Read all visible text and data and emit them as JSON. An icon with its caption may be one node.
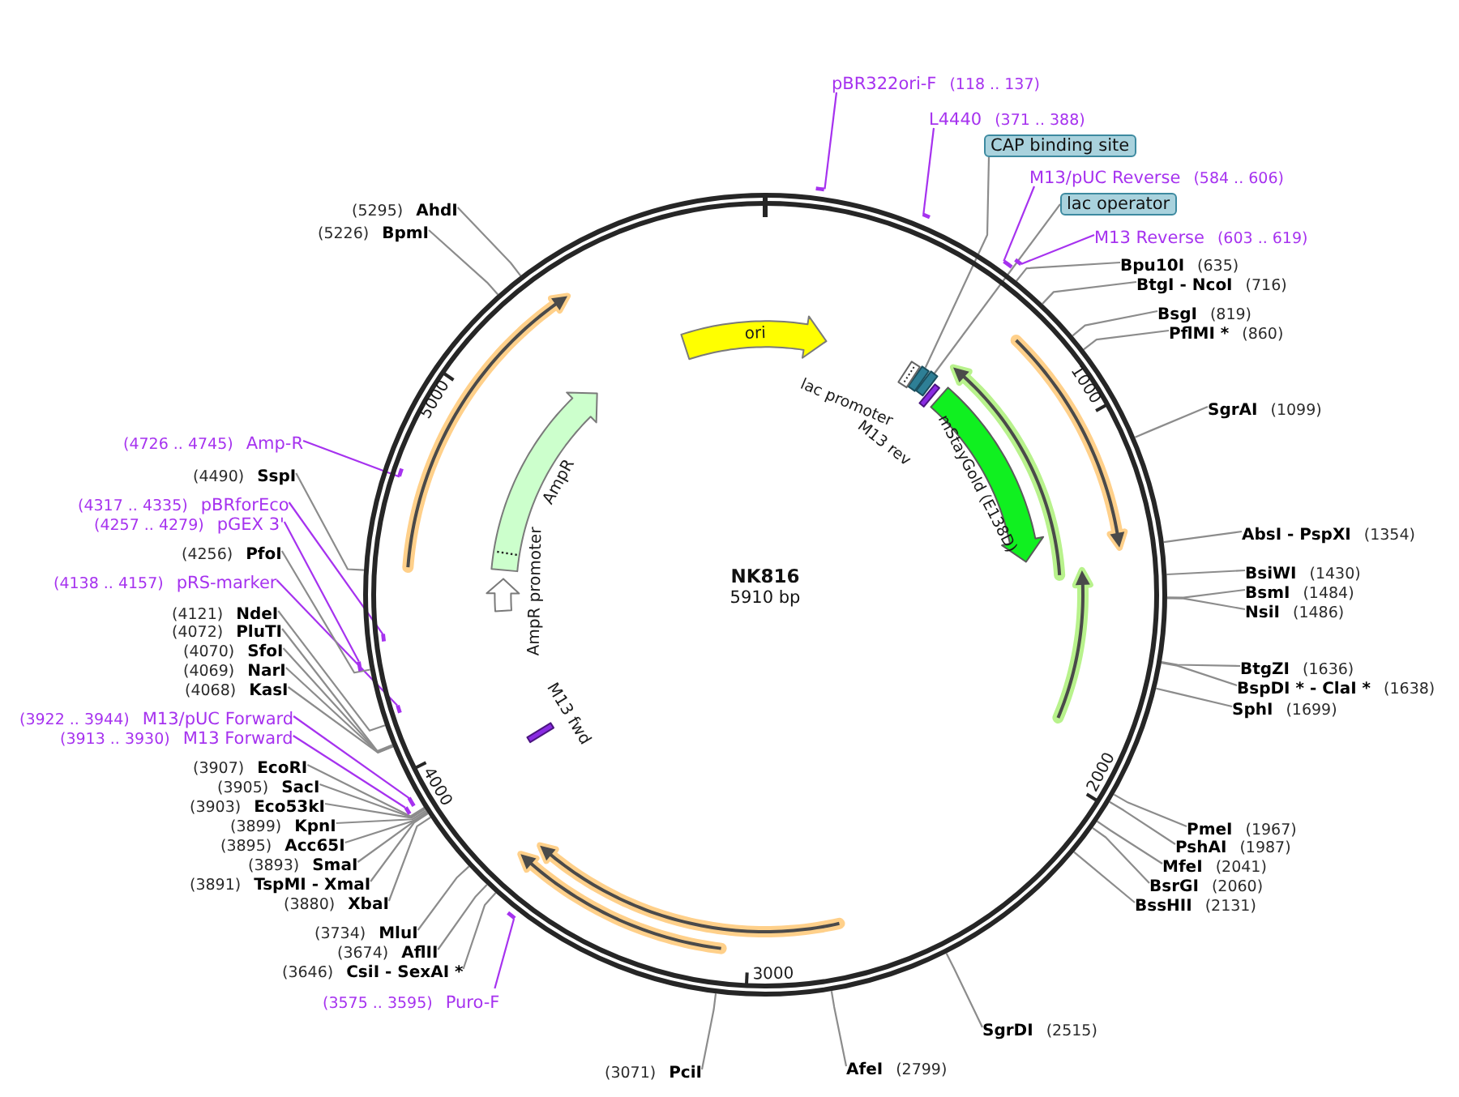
{
  "diagram": {
    "nodes": [
      {
        "text": [
          "NK816",
          "5910 bp"
        ]
      },
      {
        "text": [
          "ori"
        ],
        "in": 0
      },
      {
        "text": [],
        "shape": "bar",
        "in": 0
      },
      {
        "text": [],
        "shape": "bar",
        "beside": [
          "lac promoter"
        ],
        "in": 0
      },
      {
        "text": [],
        "shape": "bar",
        "in": 0
      },
      {
        "text": [],
        "shape": "bar",
        "beside": [
          "M13 rev"
        ],
        "in": 0
      },
      {
        "text": [
          "mStayGold (E138D)"
        ],
        "in": 0
      },
      {
        "text": [],
        "shape": "bar",
        "beside": [
          "M13 fwd"
        ],
        "in": 0
      },
      {
        "text": [],
        "shape": "arrow",
        "beside": [
          "AmpR promoter"
        ],
        "in": 0
      },
      {
        "text": [
          "AmpR"
        ],
        "in": 0
      },
      {
        "text": [
          "pBR322ori-F",
          "(118 .. 137)"
        ]
      },
      {
        "text": [],
        "shape": "bar"
      },
      {
        "text": [
          "L4440",
          "(371 .. 388)"
        ]
      },
      {
        "text": [],
        "shape": "bar"
      },
      {
        "text": [
          "CAP binding site"
        ]
      },
      {
        "text": [
          "M13/pUC Reverse",
          "(584 .. 606)"
        ]
      },
      {
        "text": [],
        "shape": "bar"
      },
      {
        "text": [
          "lac operator"
        ]
      },
      {
        "text": [
          "M13 Reverse",
          "(603 .. 619)"
        ]
      },
      {
        "text": [],
        "shape": "bar"
      },
      {
        "text": [
          "Bpu10I",
          "(635)"
        ]
      },
      {
        "text": [
          "BtgI - NcoI",
          "(716)"
        ]
      },
      {
        "text": [
          "BsgI",
          "(819)"
        ]
      },
      {
        "text": [
          "PflMI *",
          "(860)"
        ]
      },
      {
        "text": [
          "SgrAI",
          "(1099)"
        ]
      },
      {
        "text": [
          "AbsI - PspXI",
          "(1354)"
        ]
      },
      {
        "text": [
          "BsiWI",
          "(1430)"
        ]
      },
      {
        "text": [
          "BsmI",
          "(1484)"
        ]
      },
      {
        "text": [
          "NsiI",
          "(1486)"
        ]
      },
      {
        "text": [
          "BtgZI",
          "(1636)"
        ]
      },
      {
        "text": [
          "BspDI * - ClaI *",
          "(1638)"
        ]
      },
      {
        "text": [
          "SphI",
          "(1699)"
        ]
      },
      {
        "text": [
          "PmeI",
          "(1967)"
        ]
      },
      {
        "text": [
          "PshAI",
          "(1987)"
        ]
      },
      {
        "text": [
          "MfeI",
          "(2041)"
        ]
      },
      {
        "text": [
          "BsrGI",
          "(2060)"
        ]
      },
      {
        "text": [
          "BssHII",
          "(2131)"
        ]
      },
      {
        "text": [
          "SgrDI",
          "(2515)"
        ]
      },
      {
        "text": [
          "AfeI",
          "(2799)"
        ]
      },
      {
        "text": [
          "(3071)",
          "PciI"
        ]
      },
      {
        "text": [
          "(3575 .. 3595)",
          "Puro-F"
        ]
      },
      {
        "text": [],
        "shape": "bar"
      },
      {
        "text": [
          "(3646)",
          "CsiI - SexAI *"
        ]
      },
      {
        "text": [
          "(3674)",
          "AflII"
        ]
      },
      {
        "text": [
          "(3734)",
          "MluI"
        ]
      },
      {
        "text": [
          "(3880)",
          "XbaI"
        ]
      },
      {
        "text": [
          "(3891)",
          "TspMI - XmaI"
        ]
      },
      {
        "text": [
          "(3893)",
          "SmaI"
        ]
      },
      {
        "text": [
          "(3895)",
          "Acc65I"
        ]
      },
      {
        "text": [
          "(3899)",
          "KpnI"
        ]
      },
      {
        "text": [
          "(3903)",
          "Eco53kI"
        ]
      },
      {
        "text": [
          "(3905)",
          "SacI"
        ]
      },
      {
        "text": [
          "(3907)",
          "EcoRI"
        ]
      },
      {
        "text": [
          "(3913 .. 3930)",
          "M13 Forward"
        ]
      },
      {
        "text": [],
        "shape": "bar"
      },
      {
        "text": [
          "(3922 .. 3944)",
          "M13/pUC Forward"
        ]
      },
      {
        "text": [],
        "shape": "bar"
      },
      {
        "text": [
          "(4068)",
          "KasI"
        ]
      },
      {
        "text": [
          "(4069)",
          "NarI"
        ]
      },
      {
        "text": [
          "(4070)",
          "SfoI"
        ]
      },
      {
        "text": [
          "(4072)",
          "PluTI"
        ]
      },
      {
        "text": [
          "(4121)",
          "NdeI"
        ]
      },
      {
        "text": [
          "(4138 .. 4157)",
          "pRS-marker"
        ]
      },
      {
        "text": [],
        "shape": "bar",
        "in": 0
      },
      {
        "text": [
          "(4256)",
          "PfoI"
        ]
      },
      {
        "text": [
          "(4257 .. 4279)",
          "pGEX 3'"
        ]
      },
      {
        "text": [],
        "shape": "bar"
      },
      {
        "text": [
          "(4317 .. 4335)",
          "pBRforEco"
        ]
      },
      {
        "text": [],
        "shape": "bar",
        "in": 0
      },
      {
        "text": [
          "(4490)",
          "SspI"
        ]
      },
      {
        "text": [
          "(4726 .. 4745)",
          "Amp-R"
        ]
      },
      {
        "text": [],
        "shape": "bar",
        "in": 0
      },
      {
        "text": [
          "(5226)",
          "BpmI"
        ]
      },
      {
        "text": [
          "(5295)",
          "AhdI"
        ]
      }
    ],
    "edges": [
      {
        "from": 10,
        "to": 11,
        "arrow": "none",
        "color": "#a632ef"
      },
      {
        "from": 12,
        "to": 13,
        "arrow": "none",
        "color": "#a632ef"
      },
      {
        "from": 14,
        "to": 2,
        "arrow": "none"
      },
      {
        "from": 15,
        "to": 16,
        "arrow": "none",
        "color": "#a632ef"
      },
      {
        "from": 17,
        "to": 4,
        "arrow": "none"
      },
      {
        "from": 18,
        "to": 19,
        "arrow": "none",
        "color": "#a632ef"
      },
      {
        "from": 20,
        "to": 0,
        "arrow": "none"
      },
      {
        "from": 21,
        "to": 0,
        "arrow": "none"
      },
      {
        "from": 22,
        "to": 0,
        "arrow": "none"
      },
      {
        "from": 23,
        "to": 0,
        "arrow": "none"
      },
      {
        "from": 24,
        "to": 0,
        "arrow": "none"
      },
      {
        "from": 25,
        "to": 0,
        "arrow": "none"
      },
      {
        "from": 26,
        "to": 0,
        "arrow": "none"
      },
      {
        "from": 27,
        "to": 0,
        "arrow": "none"
      },
      {
        "from": 28,
        "to": 0,
        "arrow": "none"
      },
      {
        "from": 29,
        "to": 0,
        "arrow": "none"
      },
      {
        "from": 30,
        "to": 0,
        "arrow": "none"
      },
      {
        "from": 31,
        "to": 0,
        "arrow": "none"
      },
      {
        "from": 32,
        "to": 0,
        "arrow": "none"
      },
      {
        "from": 33,
        "to": 0,
        "arrow": "none"
      },
      {
        "from": 34,
        "to": 0,
        "arrow": "none"
      },
      {
        "from": 35,
        "to": 0,
        "arrow": "none"
      },
      {
        "from": 36,
        "to": 0,
        "arrow": "none"
      },
      {
        "from": 37,
        "to": 0,
        "arrow": "none"
      },
      {
        "from": 38,
        "to": 0,
        "arrow": "none"
      },
      {
        "from": 39,
        "to": 0,
        "arrow": "none"
      },
      {
        "from": 40,
        "to": 41,
        "arrow": "none",
        "color": "#a632ef"
      },
      {
        "from": 42,
        "to": 0,
        "arrow": "none"
      },
      {
        "from": 43,
        "to": 0,
        "arrow": "none"
      },
      {
        "from": 44,
        "to": 0,
        "arrow": "none"
      },
      {
        "from": 45,
        "to": 0,
        "arrow": "none"
      },
      {
        "from": 46,
        "to": 0,
        "arrow": "none"
      },
      {
        "from": 47,
        "to": 0,
        "arrow": "none"
      },
      {
        "from": 48,
        "to": 0,
        "arrow": "none"
      },
      {
        "from": 49,
        "to": 0,
        "arrow": "none"
      },
      {
        "from": 50,
        "to": 0,
        "arrow": "none"
      },
      {
        "from": 51,
        "to": 0,
        "arrow": "none"
      },
      {
        "from": 52,
        "to": 0,
        "arrow": "none"
      },
      {
        "from": 53,
        "to": 54,
        "arrow": "none",
        "color": "#a632ef"
      },
      {
        "from": 55,
        "to": 56,
        "arrow": "none",
        "color": "#a632ef"
      },
      {
        "from": 57,
        "to": 0,
        "arrow": "none"
      },
      {
        "from": 58,
        "to": 0,
        "arrow": "none"
      },
      {
        "from": 59,
        "to": 0,
        "arrow": "none"
      },
      {
        "from": 60,
        "to": 0,
        "arrow": "none"
      },
      {
        "from": 61,
        "to": 0,
        "arrow": "none"
      },
      {
        "from": 62,
        "to": 63,
        "arrow": "none",
        "color": "#a632ef"
      },
      {
        "from": 64,
        "to": 0,
        "arrow": "none"
      },
      {
        "from": 65,
        "to": 66,
        "arrow": "none",
        "color": "#a632ef"
      },
      {
        "from": 67,
        "to": 68,
        "arrow": "none",
        "color": "#a632ef"
      },
      {
        "from": 69,
        "to": 0,
        "arrow": "none"
      },
      {
        "from": 70,
        "to": 71,
        "arrow": "none",
        "color": "#a632ef"
      },
      {
        "from": 72,
        "to": 0,
        "arrow": "none"
      },
      {
        "from": 73,
        "to": 0,
        "arrow": "none"
      }
    ],
    "labels": [
      "1000",
      "2000",
      "3000",
      "4000",
      "5000"
    ]
  }
}
